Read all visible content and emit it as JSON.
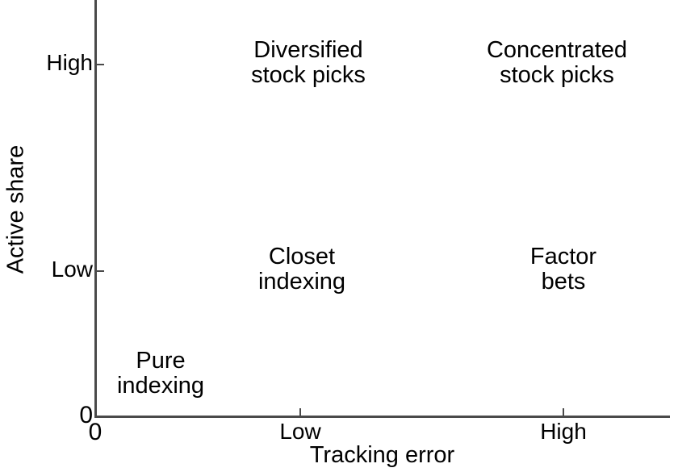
{
  "chart_data": {
    "type": "scatter",
    "title": "",
    "subtitle": "",
    "xlabel": "Tracking error",
    "ylabel": "Active share",
    "x_ticks": [
      "0",
      "Low",
      "High"
    ],
    "y_ticks": [
      "0",
      "Low",
      "High"
    ],
    "xlim": [
      "0",
      "High"
    ],
    "ylim": [
      "0",
      "High"
    ],
    "grid": false,
    "legend": "none",
    "annotations": [
      {
        "name": "diversified-stock-picks",
        "lines": [
          "Diversified",
          "stock picks"
        ],
        "x": "Low",
        "y": "High"
      },
      {
        "name": "concentrated-stock-picks",
        "lines": [
          "Concentrated",
          "stock picks"
        ],
        "x": "High",
        "y": "High"
      },
      {
        "name": "closet-indexing",
        "lines": [
          "Closet",
          "indexing"
        ],
        "x": "Low",
        "y": "Low"
      },
      {
        "name": "factor-bets",
        "lines": [
          "Factor",
          "bets"
        ],
        "x": "High",
        "y": "Low"
      },
      {
        "name": "pure-indexing",
        "lines": [
          "Pure",
          "indexing"
        ],
        "x": "0",
        "y": "0"
      }
    ],
    "series": [],
    "values": [],
    "categories": []
  },
  "axes": {
    "y": {
      "title": "Active share",
      "ticks": {
        "high": "High",
        "low": "Low",
        "zero": "0"
      }
    },
    "x": {
      "title": "Tracking error",
      "ticks": {
        "zero": "0",
        "low": "Low",
        "high": "High"
      }
    }
  },
  "labels": {
    "diversified": {
      "line1": "Diversified",
      "line2": "stock picks"
    },
    "concentrated": {
      "line1": "Concentrated",
      "line2": "stock picks"
    },
    "closet": {
      "line1": "Closet",
      "line2": "indexing"
    },
    "factor": {
      "line1": "Factor",
      "line2": "bets"
    },
    "pure": {
      "line1": "Pure",
      "line2": "indexing"
    }
  },
  "colors": {
    "axis": "#4a4a4a",
    "text": "#000000",
    "background": "#ffffff"
  }
}
